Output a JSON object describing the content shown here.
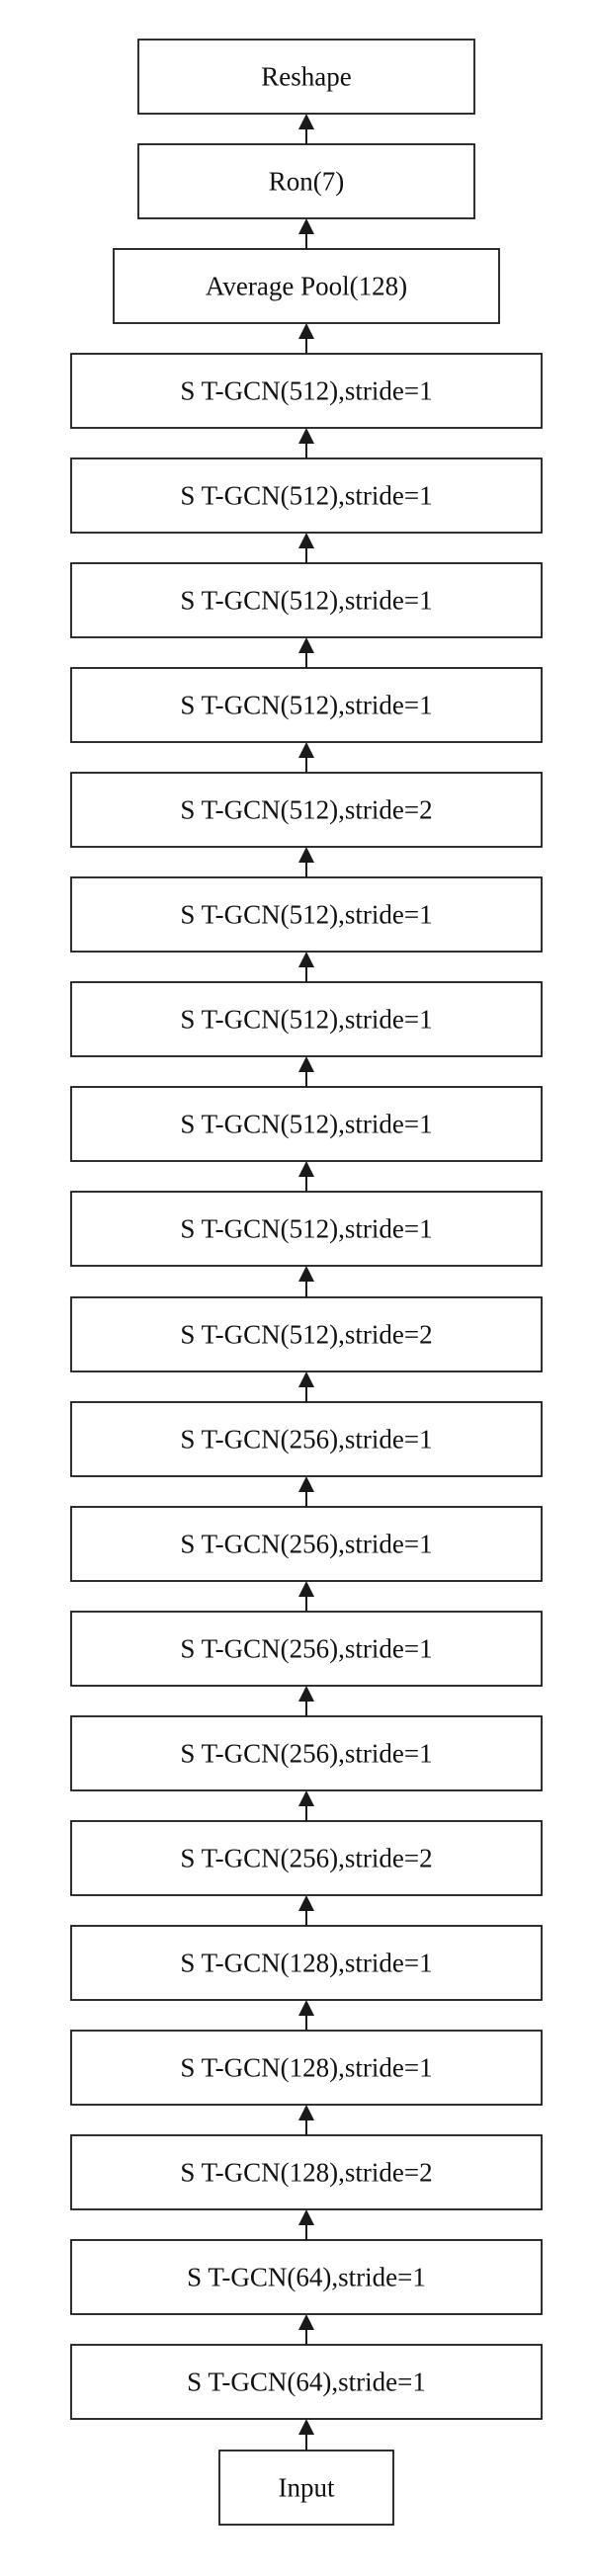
{
  "diagram": {
    "blocks": [
      {
        "id": "reshape",
        "label": "Reshape"
      },
      {
        "id": "ron",
        "label": "Ron(7)"
      },
      {
        "id": "avgpool",
        "label": "Average Pool(128)"
      },
      {
        "id": "stgcn-512-a",
        "label": "S T-GCN(512),stride=1"
      },
      {
        "id": "stgcn-512-b",
        "label": "S T-GCN(512),stride=1"
      },
      {
        "id": "stgcn-512-c",
        "label": "S T-GCN(512),stride=1"
      },
      {
        "id": "stgcn-512-d",
        "label": "S T-GCN(512),stride=1"
      },
      {
        "id": "stgcn-512-e",
        "label": "S T-GCN(512),stride=2"
      },
      {
        "id": "stgcn-512-f",
        "label": "S T-GCN(512),stride=1"
      },
      {
        "id": "stgcn-512-g",
        "label": "S T-GCN(512),stride=1"
      },
      {
        "id": "stgcn-512-h",
        "label": "S T-GCN(512),stride=1"
      },
      {
        "id": "stgcn-512-i",
        "label": "S T-GCN(512),stride=1"
      },
      {
        "id": "stgcn-512-j",
        "label": "S T-GCN(512),stride=2"
      },
      {
        "id": "stgcn-256-a",
        "label": "S T-GCN(256),stride=1"
      },
      {
        "id": "stgcn-256-b",
        "label": "S T-GCN(256),stride=1"
      },
      {
        "id": "stgcn-256-c",
        "label": "S T-GCN(256),stride=1"
      },
      {
        "id": "stgcn-256-d",
        "label": "S T-GCN(256),stride=1"
      },
      {
        "id": "stgcn-256-e",
        "label": "S T-GCN(256),stride=2"
      },
      {
        "id": "stgcn-128-a",
        "label": "S T-GCN(128),stride=1"
      },
      {
        "id": "stgcn-128-b",
        "label": "S T-GCN(128),stride=1"
      },
      {
        "id": "stgcn-128-c",
        "label": "S T-GCN(128),stride=2"
      },
      {
        "id": "stgcn-64-a",
        "label": "S T-GCN(64),stride=1"
      },
      {
        "id": "stgcn-64-b",
        "label": "S T-GCN(64),stride=1"
      },
      {
        "id": "input",
        "label": "Input"
      }
    ]
  }
}
